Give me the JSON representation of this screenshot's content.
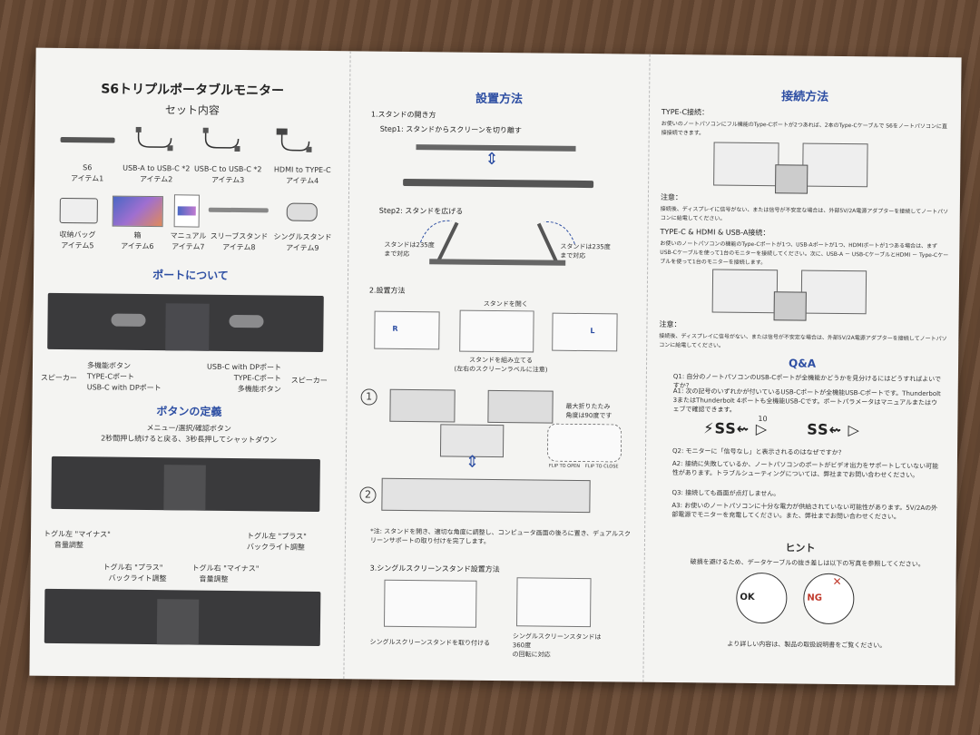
{
  "left": {
    "title": "S6トリプルポータブルモニター",
    "subtitle": "セット内容",
    "items": [
      {
        "name": "S6",
        "num": "アイテム1"
      },
      {
        "name": "USB-A to USB-C *2",
        "num": "アイテム2"
      },
      {
        "name": "USB-C to USB-C *2",
        "num": "アイテム3"
      },
      {
        "name": "HDMI to TYPE-C",
        "num": "アイテム4"
      },
      {
        "name": "収納バッグ",
        "num": "アイテム5"
      },
      {
        "name": "箱",
        "num": "アイテム6"
      },
      {
        "name": "マニュアル",
        "num": "アイテム7"
      },
      {
        "name": "スリーブスタンド",
        "num": "アイテム8"
      },
      {
        "name": "シングルスタンド",
        "num": "アイテム9"
      }
    ],
    "ports_heading": "ポートについて",
    "ports": {
      "speaker_left": "スピーカー",
      "multi_left": "多機能ボタン",
      "typec_left": "TYPE-Cポート",
      "usbc_dp_left": "USB-C with DPポート",
      "usbc_dp_right": "USB-C with DPポート",
      "typec_right": "TYPE-Cポート",
      "multi_right": "多機能ボタン",
      "speaker_right": "スピーカー"
    },
    "buttons_heading": "ボタンの定義",
    "menu_line1": "メニュー/選択/確認ボタン",
    "menu_line2": "2秒間押し続けると戻る、3秒長押してシャットダウン",
    "toggle_left_minus": "トグル左 \"マイナス\"",
    "toggle_left_minus_sub": "音量調整",
    "toggle_right_plus": "トグル右 \"プラス\"",
    "toggle_right_plus_sub": "バックライト調整",
    "toggle_left_plus": "トグル左 \"プラス\"",
    "toggle_left_plus_sub": "バックライト調整",
    "toggle_right_minus": "トグル右 \"マイナス\"",
    "toggle_right_minus_sub": "音量調整"
  },
  "middle": {
    "heading": "設置方法",
    "s1": "1.スタンドの開き方",
    "step1": "Step1: スタンドからスクリーンを切り離す",
    "step2": "Step2: スタンドを広げる",
    "deg_left": "スタンドは235度\nまで対応",
    "deg_right": "スタンドは235度\nまで対応",
    "s2": "2.設置方法",
    "open_stand": "スタンドを開く",
    "assemble": "スタンドを組み立てる\n(左右のスクリーンラベルに注意)",
    "fold_info": "最大折りたたみ\n角度は90度です",
    "flip_open": "FLIP TO OPEN",
    "flip_close": "FLIP TO CLOSE",
    "label_r": "R",
    "label_l": "L",
    "num1": "1",
    "num2": "2",
    "note": "*注: スタンドを開き、適切な角度に調整し、コンピュータ画面の後ろに置き、デュアルスクリーンサポートの取り付けを完了します。",
    "s3": "3.シングルスクリーンスタンド設置方法",
    "single_attach": "シングルスクリーンスタンドを取り付ける",
    "single_rotate": "シングルスクリーンスタンドは360度\nの回転に対応"
  },
  "right": {
    "heading": "接続方法",
    "typec_title": "TYPE-C接続：",
    "typec_desc": "お使いのノートパソコンにフル機能のType-Cポートが2つあれば、2本のType-Cケーブルで S6をノートパソコンに直接接続できます。",
    "note_title": "注意：",
    "note1": "接続後、ディスプレイに信号がない、または信号が不安定な場合は、外部5V/2A電源アダプターを接続してノートパソコンに給電してください。",
    "mix_title": "TYPE-C & HDMI & USB-A接続：",
    "mix_desc": "お使いのノートパソコンの機能のType-Cポートが1つ、USB-Aポートが1つ、HDMIポートが1つある場合は、まずUSB-Cケーブルを使って1台のモニターを接続してください。次に、USB-A － USB-CケーブルとHDMI － Type-Cケーブルを使って1台のモニターを接続します。",
    "note2_title": "注意：",
    "note2": "接続後、ディスプレイに信号がない、または信号が不安定な場合は、外部5V/2A電源アダプターを接続してノートパソコンに給電してください。",
    "qa_heading": "Q&A",
    "q1": "Q1: 自分のノートパソコンのUSB-Cポートが全機能かどうかを見分けるにはどうすればよいですか？",
    "a1": "A1: 次の記号のいずれかが付いているUSB-Cポートが全機能USB-Cポートです。Thunderbolt 3またはThunderbolt 4ポートも全機能USB-Cです。ポートパラメータはマニュアルまたはウェブで確認できます。",
    "ss1": "SS",
    "ss_num": "10",
    "ss2": "SS",
    "q2": "Q2: モニターに「信号なし」と表示されるのはなぜですか？",
    "a2": "A2: 接続に失敗しているか、ノートパソコンのポートがビデオ出力をサポートしていない可能性があります。トラブルシューティングについては、弊社までお問い合わせください。",
    "q3": "Q3: 接続しても画面が点灯しません。",
    "a3": "A3: お使いのノートパソコンに十分な電力が供給されていない可能性があります。5V/2Aの外部電源でモニターを充電してください。また、弊社までお問い合わせください。",
    "hint_heading": "ヒント",
    "hint_desc": "破損を避けるため、データケーブルの抜き差しは以下の写真を参照してください。",
    "ok": "OK",
    "ng": "NG",
    "footer": "より詳しい内容は、製品の取扱説明書をご覧ください。"
  }
}
